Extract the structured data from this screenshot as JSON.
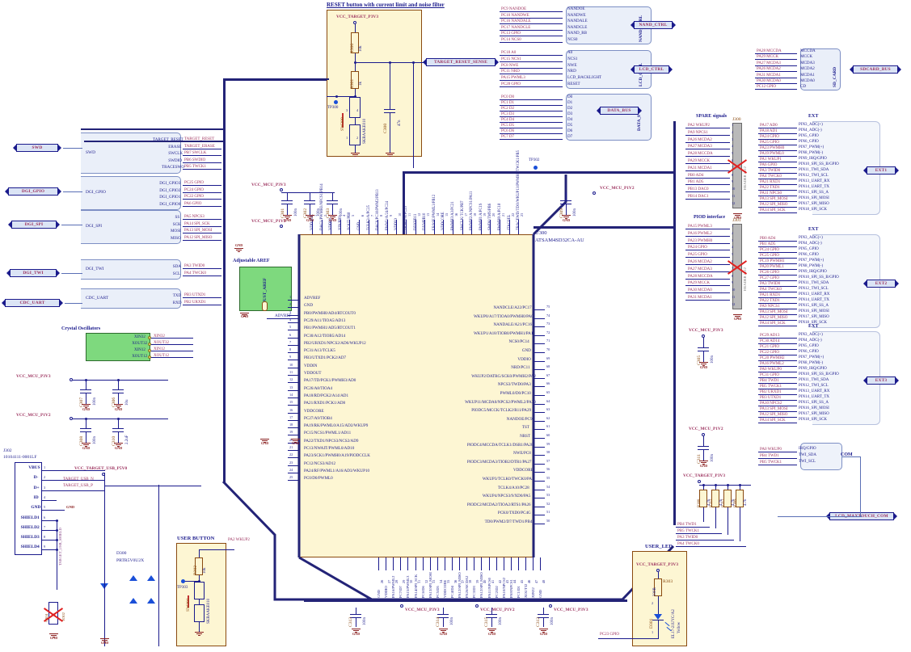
{
  "sheet": {
    "title": "RESET button with current limit and noise filter"
  },
  "mcu": {
    "refdes": "U300",
    "part": "ATSAM4SD32CA-AU",
    "left_pins": [
      "ADVREF",
      "GND",
      "PB0/PWMH0/AD4/RTCOUT0",
      "PC29/A11/TIOA5/AD13",
      "PB1/PWMH1/AD5/RTCOUT1",
      "PC30/A12/TIOB5/AD14",
      "PB2/URXD1/NPCS2/AD6/WKUP12",
      "PC31/A13/TCLK5",
      "PB3/UTXD1/PCK2/AD7",
      "VDDIN",
      "VDDOUT",
      "PA17/TD/PCK1/PWMH3/AD0",
      "PC26/A8/TIOA4",
      "PA18/RD/PCK2/A14/AD1",
      "PA21/RXD1/PCK1/AD8",
      "VDDCORE",
      "PC27/A9/TIOB4",
      "PA19/RK/PWML0/A15/AD2/WKUP9",
      "PC15/NCS1/PWML1/AD11",
      "PA22/TXD1/NPCS3/NCS2/AD9",
      "PC13/NWAIT/PWML0/AD10",
      "PA23/SCK1/PWMH0/A19/PIODCCLK",
      "PC12/NCS3/AD12",
      "PA24/RF/PWML1/A16/AD3/WKUP10",
      "PC0/D0/PWML0"
    ],
    "right_pins": [
      "NANDCLE/A22/PC17",
      "WKUP0/A17/TIOA0/PWMH0/PA0",
      "NANDALE/A21/PC16",
      "WKUP1/A18/TIOB0/PWMH1/PA1",
      "NCS0/PC14",
      "GND",
      "VDDIO",
      "NRD/PC11",
      "WKUP2/DATRG/SCK0/PWMH2/PA2",
      "NPCS3/TWD0/PA3",
      "PWML0/D0/PC10",
      "WKUP11/MCDA0/NPCS2/PWML2/PA30",
      "PIODC5/MCCK/TCLK2/R11/PA29",
      "NANDOE/PC9",
      "TST",
      "NRST",
      "PIODC4/MCCDA/TCLK1/DSR1/PA28",
      "NWE/PC8",
      "PIODC3/MCDA3/TIOB2/DTR1/PA27",
      "VDDCORE",
      "WKUP3/TCLK0/TWCK0/PA4",
      "TCLK4/A10/PC28",
      "WKUP4/NPCS3/9/XD0/PA5",
      "PIODC2/MCDA2/TIOA2/RTS1/PA26",
      "PCK0/TXD0/PC4G",
      "TD0/PWM2/D7/TWD1/PB4"
    ],
    "top_pins": [
      "VDD/PLL",
      "DAC1/PWMH3/NPCS1/PB14",
      "VDDIO",
      "XIN/PB9",
      "XOUT/PB8",
      "GND",
      "TCLK3/A/PC25",
      "DAC0/PC30/PWM2/PB13",
      "PWM3/A/24/PC24",
      "VDDIO",
      "TIOA3/A/PC23",
      "DDXPB11",
      "DXMPB10",
      "ERASE/PWML3/PB12",
      "VDDCORE",
      "PWMH3/A3/PC21",
      "SWCLK/TCK/PB7",
      "PWMH2/A/NPCS1/PA11",
      "PWMH1/A/PC19",
      "SWD0/TMS/PB6",
      "PWMH0/A/PC18",
      "JTAGSEL",
      "TRACEWD/TDO/WKUP13/PWMH2/TWCK1/PB5"
    ],
    "bottom_pins": [
      "GND",
      "VDDIO",
      "PA16/PWML2",
      "PC7/D7",
      "PA15/PWML3",
      "PA14/SPI_SCK",
      "PC6/D6",
      "PA13/SPI_MOSI",
      "PC5/D5",
      "VDDCORE",
      "PC4/D4",
      "PA12/SPI_MISO",
      "PA26/MCDA2",
      "PC3/D3",
      "PA12/SPI_MISO",
      "PA11/NPCS0",
      "PC2/D2",
      "PA10/NPCS2",
      "PA9/NPCS1",
      "PC1/D1",
      "XOUT32",
      "XIN32",
      "GND"
    ]
  },
  "reset_circuit": {
    "title": "RESET button with current limit and noise filter",
    "vcc": "VCC_TARGET_P3V3",
    "r_top": {
      "ref": "R300",
      "value": "10k"
    },
    "r_bot": {
      "ref": "R301",
      "value": "1k"
    },
    "cap": {
      "ref": "C300",
      "value": "47n"
    },
    "switch": {
      "ref": "SW300",
      "part": "SKRAAKE010"
    },
    "testpoint": "TP300",
    "net": "TARGET_RESET_SENSE"
  },
  "nand_ctrl": {
    "label": "NAND_CTRL",
    "harness": "NAND_CTRL",
    "rows": [
      {
        "net": "PC9 NANDOE",
        "pin": "NANDOE"
      },
      {
        "net": "PC10 NANDWE",
        "pin": "NANDWE"
      },
      {
        "net": "PC16 NANDALE",
        "pin": "NANDALE"
      },
      {
        "net": "PC17 NANDCLE",
        "pin": "NANDCLE"
      },
      {
        "net": "PC13 GPIO",
        "pin": "NAND_RB"
      },
      {
        "net": "PC14 NCS0",
        "pin": "NCS0"
      }
    ]
  },
  "lcd_ctrl": {
    "label": "LCD_CTRL",
    "harness": "LCD_CTRL",
    "rows": [
      {
        "net": "PC18 A0",
        "pin": "A0"
      },
      {
        "net": "PC15 NCS1",
        "pin": "NCS1"
      },
      {
        "net": "PC8 NWE",
        "pin": "NWE"
      },
      {
        "net": "PC11 NRD",
        "pin": "NRD"
      },
      {
        "net": "PA15 PWML3",
        "pin": "LCD_BACKLIGHT"
      },
      {
        "net": "PC28 GPIO",
        "pin": "RESET"
      }
    ]
  },
  "data_bus": {
    "label": "DATA_BUS",
    "harness": "DATA_8",
    "rows": [
      {
        "net": "PC0 D0",
        "pin": "D0"
      },
      {
        "net": "PC1 D1",
        "pin": "D1"
      },
      {
        "net": "PC2 D2",
        "pin": "D2"
      },
      {
        "net": "PC3 D3",
        "pin": "D3"
      },
      {
        "net": "PC4 D4",
        "pin": "D4"
      },
      {
        "net": "PC5 D5",
        "pin": "D5"
      },
      {
        "net": "PC6 D6",
        "pin": "D6"
      },
      {
        "net": "PC7 D7",
        "pin": "D7"
      }
    ]
  },
  "sdcard_bus": {
    "label": "SDCARD_BUS",
    "harness": "SD_CARD",
    "rows": [
      {
        "net": "PA28 MCCDA",
        "pin": "MCCDA"
      },
      {
        "net": "PA29 MCCK",
        "pin": "MCCK"
      },
      {
        "net": "PA27 MCDA3",
        "pin": "MCDA3"
      },
      {
        "net": "PA26 MCDA2",
        "pin": "MCDA2"
      },
      {
        "net": "PA31 MCDA1",
        "pin": "MCDA1"
      },
      {
        "net": "PA30 MCDA0",
        "pin": "MCDA0"
      },
      {
        "net": "PC12 GPIO",
        "pin": "CD"
      }
    ]
  },
  "left_ports": {
    "swd": {
      "bubble": "SWD",
      "group": "SWD",
      "rows": [
        {
          "pin": "TARGET_RESET",
          "net": "TARGET_RESET"
        },
        {
          "pin": "ERASE",
          "net": "TARGET_ERASE"
        },
        {
          "pin": "SWCLK",
          "net": "PB7 SWCLK"
        },
        {
          "pin": "SWDIO",
          "net": "PB6 SWDIO"
        },
        {
          "pin": "TRACESWO",
          "net": "PB5 TWCK1"
        }
      ]
    },
    "dgi_gpio": {
      "bubble": "DGI_GPIO",
      "group": "DGI_GPIO",
      "rows": [
        {
          "pin": "DGI_GPIO3",
          "net": "PC25 GPIO"
        },
        {
          "pin": "DGI_GPIO2",
          "net": "PC24 GPIO"
        },
        {
          "pin": "DGI_GPIO1",
          "net": "PC22 GPIO"
        },
        {
          "pin": "DGI_GPIO0",
          "net": "PA6 GPIO"
        }
      ]
    },
    "dgi_spi": {
      "bubble": "DGI_SPI",
      "group": "DGI_SPI",
      "rows": [
        {
          "pin": "SS",
          "net": "PA5 NPCS3"
        },
        {
          "pin": "SCK",
          "net": "PA14 SPI_SCK"
        },
        {
          "pin": "MOSI",
          "net": "PA13 SPI_MOSI"
        },
        {
          "pin": "MISO",
          "net": "PA12 SPI_MISO"
        }
      ]
    },
    "dgi_twi": {
      "bubble": "DGI_TWI",
      "group": "DGI_TWI",
      "rows": [
        {
          "pin": "SDA",
          "net": "PA3 TWID0"
        },
        {
          "pin": "SCL",
          "net": "PA4 TWCK0"
        }
      ]
    },
    "cdc_uart": {
      "bubble": "CDC_UART",
      "group": "CDC_UART",
      "rows": [
        {
          "pin": "TXD",
          "net": "PB3 UTXD1"
        },
        {
          "pin": "RXD",
          "net": "PB2 URXD1"
        }
      ]
    }
  },
  "crystal": {
    "title": "Crystal Oscillators",
    "pins": [
      "XIN32",
      "XOUT32",
      "XIN12",
      "XOUT12"
    ],
    "nets": [
      "XIN32",
      "XOUT32",
      "XIN12",
      "XOUT12"
    ]
  },
  "aref": {
    "title": "Adjustable AREF",
    "label": "ADJUST_AREF",
    "pin": "ADVREF"
  },
  "decoupling": {
    "rails": [
      {
        "name": "VCC_MCU_P3V3",
        "caps": [
          {
            "ref": "C307",
            "val": "100n"
          },
          {
            "ref": "C306",
            "val": "10u"
          }
        ]
      },
      {
        "name": "VCC_MCU_P1V2",
        "caps": [
          {
            "ref": "C308",
            "val": "100n"
          },
          {
            "ref": "C310",
            "val": "2.2uF"
          }
        ]
      }
    ],
    "top_caps": [
      {
        "ref": "C301",
        "val": "100n"
      },
      {
        "ref": "C302",
        "val": "100n"
      },
      {
        "ref": "C303",
        "val": "100n"
      },
      {
        "ref": "C309",
        "val": "100n"
      }
    ],
    "bottom_caps": [
      {
        "ref": "C313",
        "val": "100n"
      },
      {
        "ref": "C314",
        "val": "100n"
      },
      {
        "ref": "C315",
        "val": "100n"
      },
      {
        "ref": "C312",
        "val": "100n"
      }
    ],
    "bottom_rails": [
      "VCC_MCU_P3V3",
      "VCC_MCU_P1V2",
      "VCC_MCU_P3V3"
    ],
    "mid_caps": [
      {
        "ref": "C305",
        "val": "100n"
      },
      {
        "ref": "C311",
        "val": "100n"
      }
    ],
    "top_rail_left": "VCC_MCU_P3V3",
    "top_rail_left2": "VCC_MCU_P1V2",
    "top_rail_right": "VCC_MCU_P1V2",
    "testpoint": "TP302"
  },
  "spare": {
    "title": "SPARE signals",
    "refdes": "J300",
    "header": "HEADER 1x12",
    "rows": [
      {
        "net": "PA2 WKUP2",
        "num": "1"
      },
      {
        "net": "PA9 NPCS1",
        "num": "2"
      },
      {
        "net": "PA26 MCDA2",
        "num": "3"
      },
      {
        "net": "PA27 MCDA3",
        "num": "4"
      },
      {
        "net": "PA28 MCCDA",
        "num": "5"
      },
      {
        "net": "PA29 MCCK",
        "num": "6"
      },
      {
        "net": "PA31 MCDA1",
        "num": "7"
      },
      {
        "net": "PB0 AD4",
        "num": "8"
      },
      {
        "net": "PB1 AD5",
        "num": "9"
      },
      {
        "net": "PB13 DAC0",
        "num": "10"
      },
      {
        "net": "PB14 DAC1",
        "num": "11"
      },
      {
        "net": "",
        "num": "12"
      }
    ]
  },
  "piod": {
    "title": "PIOD interface",
    "refdes": "J301",
    "header": "HEADER 1x12",
    "rows": [
      {
        "net": "PA15 PWML3",
        "num": "1"
      },
      {
        "net": "PA16 PWML2",
        "num": "2"
      },
      {
        "net": "PA23 PWMH0",
        "num": "3"
      },
      {
        "net": "PA24 GPIO",
        "num": "4"
      },
      {
        "net": "PA25 GPIO",
        "num": "5"
      },
      {
        "net": "PA26 MCDA2",
        "num": "6"
      },
      {
        "net": "PA27 MCDA3",
        "num": "7"
      },
      {
        "net": "PA28 MCCDA",
        "num": "8"
      },
      {
        "net": "PA29 MCCK",
        "num": "9"
      },
      {
        "net": "PA30 MCDA0",
        "num": "10"
      },
      {
        "net": "PA31 MCDA1",
        "num": "11"
      },
      {
        "net": "",
        "num": "12"
      }
    ]
  },
  "ext_pins": [
    "PIN3_ADC(+)",
    "PIN4_ADC(-)",
    "PIN5_GPIO",
    "PIN6_GPIO",
    "PIN7_PWM(+)",
    "PIN8_PWM(-)",
    "PIN9_IRQ/GPIO",
    "PIN10_SPI_SS_B/GPIO",
    "PIN11_TWI_SDA",
    "PIN12_TWI_SCL",
    "PIN13_UART_RX",
    "PIN14_UART_TX",
    "PIN15_SPI_SS_A",
    "PIN16_SPI_MOSI",
    "PIN17_SPI_MISO",
    "PIN18_SPI_SCK"
  ],
  "ext1": {
    "title": "EXT",
    "bubble": "EXT1",
    "nets": [
      "PA17 AD0",
      "PA18 AD1",
      "PA24 GPIO",
      "PA25 GPIO",
      "PA23 PWMH0",
      "PA19 PWML0",
      "PA1 WKUP1",
      "PA6 GPIO",
      "PA3 TWID0",
      "PA4 TWCK0",
      "PA21 RXD1",
      "PA22 TXD1",
      "PA11 NPCS0",
      "PA13 SPI_MOSI",
      "PA12 SPI_MISO",
      "PA14 SPI_SCK"
    ]
  },
  "ext2": {
    "title": "EXT",
    "bubble": "EXT2",
    "nets": [
      "PB0 AD4",
      "PB1 AD5",
      "PC24 GPIO",
      "PC25 GPIO",
      "PC19 PWMH1",
      "PA20 PWML1",
      "PC26 GPIO",
      "PC27 GPIO",
      "PA3 TWID0",
      "PA4 TWCK0",
      "PA21 RXD1",
      "PA22 TXD1",
      "PA9 NPCS1",
      "PA13 SPI_MOSI",
      "PA12 SPI_MISO",
      "PA14 SPI_SCK"
    ]
  },
  "ext3": {
    "title": "EXT",
    "bubble": "EXT3",
    "nets": [
      "PC29 AD13",
      "PC30 AD14",
      "PC21 GPIO",
      "PC22 GPIO",
      "PC20 PWMH2",
      "PA16 PWML2",
      "PA0 WKUP0",
      "PC31 GPIO",
      "PB4 TWD1",
      "PB5 TWCK1",
      "PB2 URXD1",
      "PB3 UTXD1",
      "PA10 NPCS2",
      "PA13 SPI_MOSI",
      "PA12 SPI_MISO",
      "PA14 SPI_SCK"
    ]
  },
  "com": {
    "title": "COM",
    "bubble": "LCD_MAXTOUCH_COM",
    "rows": [
      {
        "net": "PA0 WKUP0",
        "pin": "IRQ/GPIO"
      },
      {
        "net": "PB4 TWD1",
        "pin": "TWI_SDA"
      },
      {
        "net": "PB5 TWCK1",
        "pin": "TWI_SCL"
      }
    ]
  },
  "twi_pullups": {
    "vcc": "VCC_TARGET_P3V3",
    "resistors": [
      {
        "ref": "R308",
        "val": "4.7k"
      },
      {
        "ref": "R311",
        "val": "4.7k"
      },
      {
        "ref": "R312",
        "val": "4.7k"
      },
      {
        "ref": "R309",
        "val": "4.7k"
      }
    ],
    "nets": [
      "PB4 TWD1",
      "PB5 TWCK1",
      "PA3 TWID0",
      "PA4 TWCK0"
    ]
  },
  "usb": {
    "refdes": "J302",
    "part": "10104111-0001LF",
    "vcc": "VCC_TARGET_USB_P5V0",
    "pins": [
      {
        "name": "VBUS",
        "num": "1"
      },
      {
        "name": "D-",
        "num": "2"
      },
      {
        "name": "D+",
        "num": "3"
      },
      {
        "name": "ID",
        "num": "4"
      },
      {
        "name": "GND",
        "num": "5"
      },
      {
        "name": "SHIELD1",
        "num": "6"
      },
      {
        "name": "SHIELD2",
        "num": "7"
      },
      {
        "name": "SHIELD3",
        "num": "8"
      },
      {
        "name": "SHIELD4",
        "num": "9"
      }
    ],
    "nets": [
      "TARGET_USB_N",
      "TARGET_USB_P"
    ],
    "shield_net": "TARGET_USB_SHIELD",
    "protection": {
      "ref": "D300",
      "part": "PRTR5V0U2X"
    },
    "dnp": [
      {
        "ref": "C304",
        "val": "10n"
      },
      {
        "ref": "R302",
        "val": "1M"
      }
    ],
    "gnd_label": "GND"
  },
  "user_button": {
    "title": "USER BUTTON",
    "net": "PA2 WKUP2",
    "resistor": {
      "ref": "R302",
      "val": "10k"
    },
    "switch": {
      "ref": "SW301",
      "part": "SKRAAKE010"
    },
    "testpoint": "TP303"
  },
  "user_led": {
    "title": "USER_LED",
    "vcc": "VCC_TARGET_P3V3",
    "resistor": {
      "ref": "R303",
      "val": "330R"
    },
    "diode": {
      "ref": "D301",
      "part": "EL17-21UYC/A2",
      "color": "Yellow"
    },
    "net": "PC23 GPIO"
  },
  "colors": {
    "net": "#9b2f5c",
    "wire": "#1a1a8c",
    "panel": "#fdf6d3",
    "panel_border": "#8a4a10",
    "green": "#7ed97e",
    "bus": "#232377",
    "dnp": "#e02020"
  }
}
